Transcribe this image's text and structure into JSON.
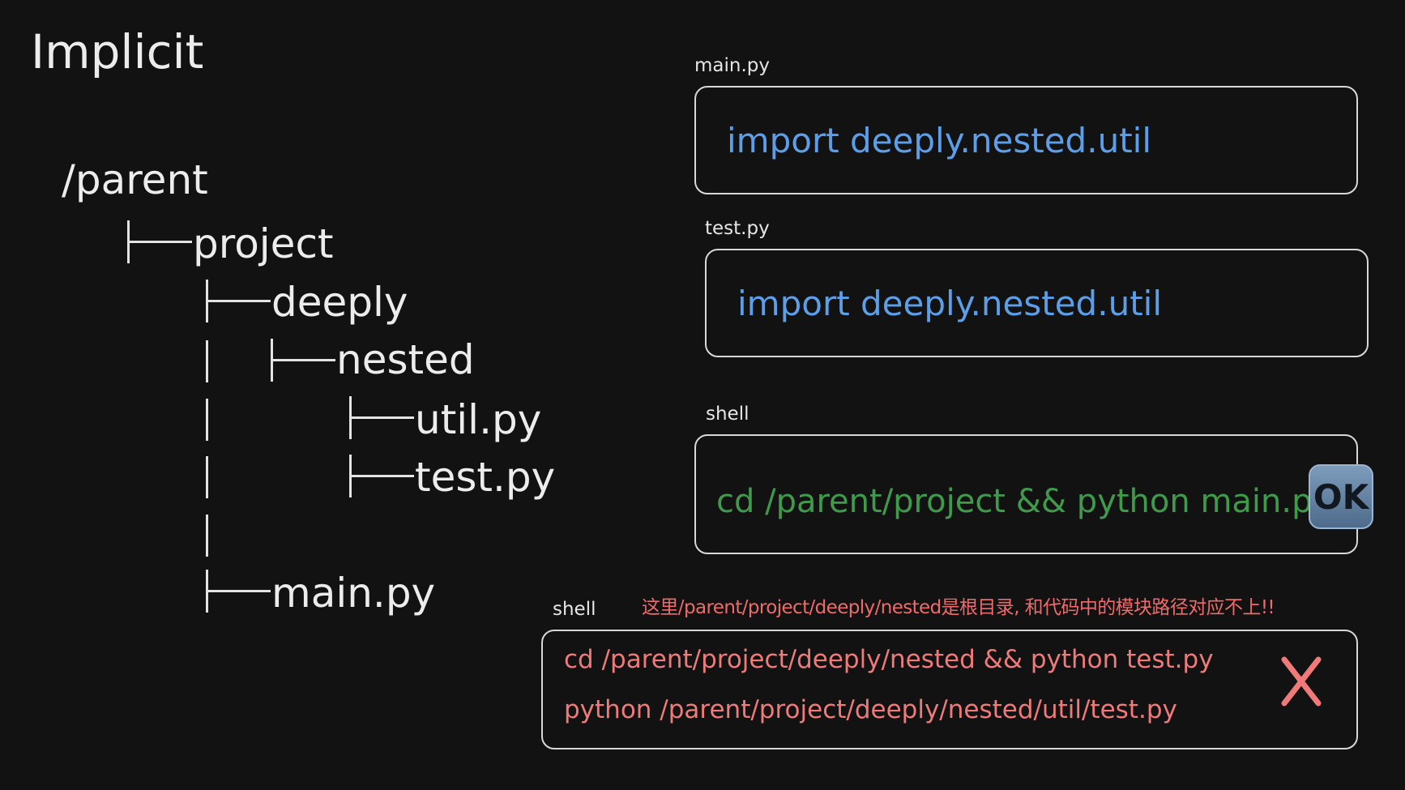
{
  "title": "Implicit",
  "tree": {
    "root": "/parent",
    "project": "project",
    "deeply": "deeply",
    "nested": "nested",
    "util": "util.py",
    "test": "test.py",
    "main": "main.py"
  },
  "panels": {
    "main_py": {
      "label": "main.py",
      "code": "import deeply.nested.util"
    },
    "test_py": {
      "label": "test.py",
      "code": "import deeply.nested.util"
    },
    "shell_ok": {
      "label": "shell",
      "code": "cd /parent/project && python main.py",
      "badge": "OK"
    },
    "shell_fail": {
      "label": "shell",
      "note": "这里/parent/project/deeply/nested是根目录, 和代码中的模块路径对应不上!!",
      "lines": [
        "cd /parent/project/deeply/nested && python test.py",
        "python /parent/project/deeply/nested/util/test.py"
      ],
      "badge_icon": "cross-icon"
    }
  },
  "colors": {
    "background": "#121212",
    "code_blue": "#5c9ee8",
    "code_green": "#3f9a4c",
    "code_red": "#ee7a7a",
    "ok_badge": "#6a88aa",
    "cross": "#f07a7a"
  }
}
